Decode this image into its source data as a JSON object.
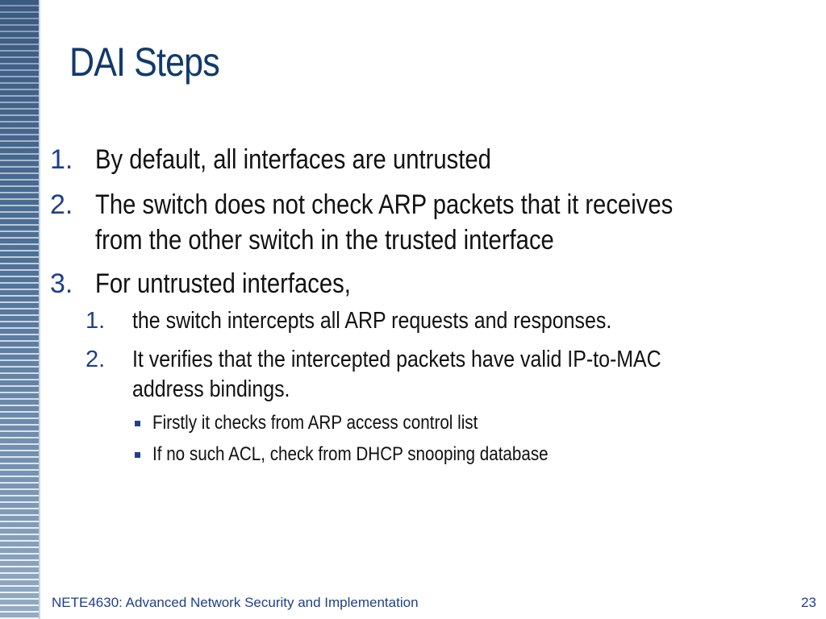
{
  "slide": {
    "title": "DAI Steps",
    "items": [
      {
        "marker": "1.",
        "text": "By default, all interfaces are untrusted"
      },
      {
        "marker": "2.",
        "text": "The switch does not check ARP packets that it receives",
        "text_cont": "from the other switch in the trusted interface"
      },
      {
        "marker": "3.",
        "text": "For untrusted interfaces,"
      }
    ],
    "subitems": [
      {
        "marker": "1.",
        "text": "the switch intercepts all ARP requests and responses."
      },
      {
        "marker": "2.",
        "text": "It verifies that the intercepted packets have valid IP-to-MAC",
        "text_cont": "address bindings."
      }
    ],
    "bullets": [
      {
        "text": "Firstly it checks from ARP access control list"
      },
      {
        "text": "If no such ACL, check from DHCP snooping database"
      }
    ],
    "footer": "NETE4630: Advanced Network Security and Implementation",
    "page_number": "23"
  },
  "colors": {
    "title": "#123a6b",
    "accent": "#1f3f8c",
    "stripe": "#5a7fa6",
    "text": "#111111"
  },
  "icons": {
    "bullet": "square-bullet-icon",
    "sidebar": "striped-sidebar-decoration"
  }
}
